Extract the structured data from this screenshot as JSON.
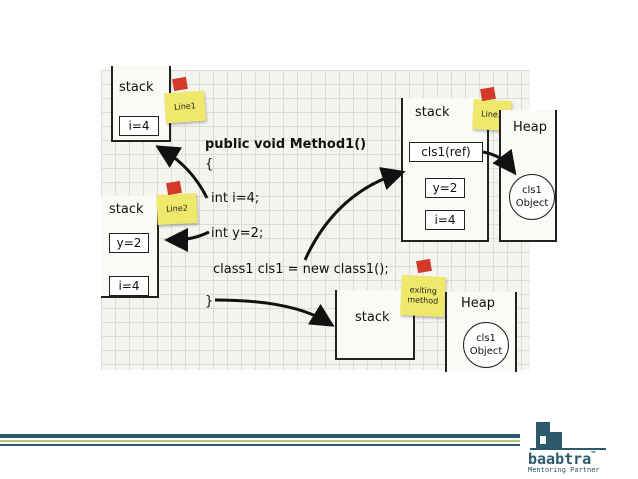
{
  "code": {
    "signature": "public void Method1()",
    "open_brace": "{",
    "line1": "int i=4;",
    "line2": "int y=2;",
    "line3": "class1 cls1 = new class1();",
    "close_brace": "}"
  },
  "stack1": {
    "title": "stack",
    "cells": [
      "i=4"
    ],
    "note": "Line1"
  },
  "stack2": {
    "title": "stack",
    "cells": [
      "y=2",
      "i=4"
    ],
    "note": "Line2"
  },
  "stack3": {
    "title": "stack",
    "cells": [
      "cls1(ref)",
      "y=2",
      "i=4"
    ],
    "note": "Line3",
    "heap_title": "Heap",
    "object_lines": [
      "cls1",
      "Object"
    ]
  },
  "stack4": {
    "title": "stack",
    "note_lines": [
      "exiting",
      "method"
    ],
    "heap_title": "Heap",
    "object_lines": [
      "cls1",
      "Object"
    ]
  },
  "logo": {
    "word": "baabtra",
    "tm": "™",
    "subtitle": "Mentoring Partner"
  },
  "colors": {
    "note": "#efe86a",
    "pin": "#d33a2a",
    "brand": "#2c5a6a",
    "accent": "#b7c27a"
  }
}
